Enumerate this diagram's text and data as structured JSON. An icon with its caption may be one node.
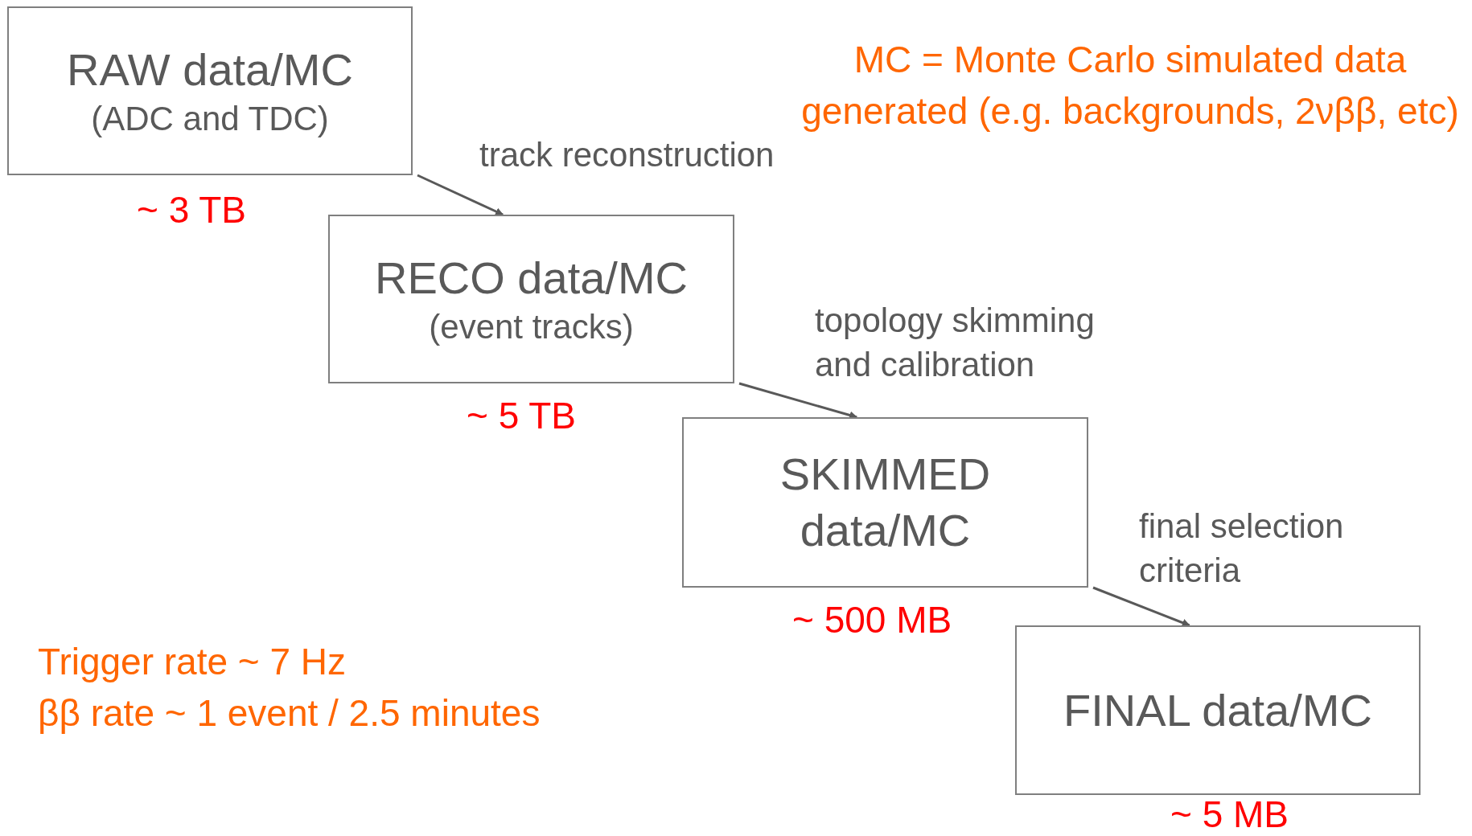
{
  "diagram": {
    "nodes": [
      {
        "text": [
          "RAW data/MC",
          "(ADC and TDC)"
        ],
        "beside": [
          "~ 3 TB"
        ]
      },
      {
        "text": [
          "RECO data/MC",
          "(event tracks)"
        ],
        "beside": [
          "~ 5 TB"
        ]
      },
      {
        "text": [
          "SKIMMED data/MC"
        ],
        "beside": [
          "~ 500 MB"
        ]
      },
      {
        "text": [
          "FINAL data/MC"
        ],
        "beside": [
          "~ 5 MB"
        ]
      }
    ],
    "edges": [
      {
        "from": 0,
        "to": 1,
        "arrow": "to",
        "label": "track reconstruction"
      },
      {
        "from": 1,
        "to": 2,
        "arrow": "to",
        "label": "topology skimming and calibration"
      },
      {
        "from": 2,
        "to": 3,
        "arrow": "to",
        "label": "final selection criteria"
      }
    ],
    "labels": [
      "MC = Monte Carlo simulated data generated (e.g. backgrounds, 2νββ, etc)",
      "Trigger rate ~ 7 Hz",
      "ββ rate ~ 1 event / 2.5 minutes"
    ]
  }
}
